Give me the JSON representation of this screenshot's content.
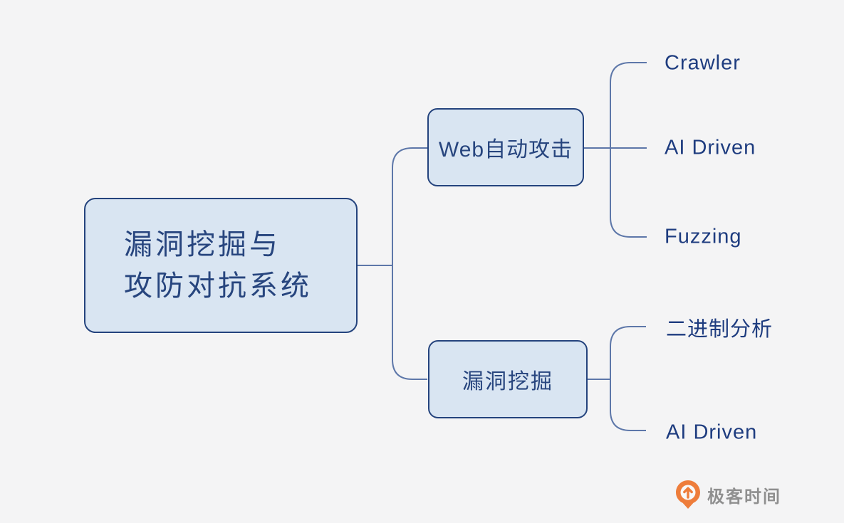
{
  "mindmap": {
    "root": {
      "label": "漏洞挖掘与攻防对抗系统",
      "lines": [
        "漏洞挖掘与",
        "攻防对抗系统"
      ]
    },
    "branches": [
      {
        "label": "Web自动攻击",
        "children": [
          {
            "label": "Crawler"
          },
          {
            "label": "AI Driven"
          },
          {
            "label": "Fuzzing"
          }
        ]
      },
      {
        "label": "漏洞挖掘",
        "children": [
          {
            "label": "二进制分析"
          },
          {
            "label": "AI Driven"
          }
        ]
      }
    ]
  },
  "footer": {
    "brand": "极客时间"
  },
  "colors": {
    "background": "#f4f4f5",
    "node_fill": "#d9e5f2",
    "node_border": "#24437d",
    "node_text": "#27457e",
    "leaf_text": "#1e3c7f",
    "connector_line": "#5d77a9",
    "brand_orange": "#ee7d3b",
    "brand_text_gray": "#8f8f8f"
  }
}
